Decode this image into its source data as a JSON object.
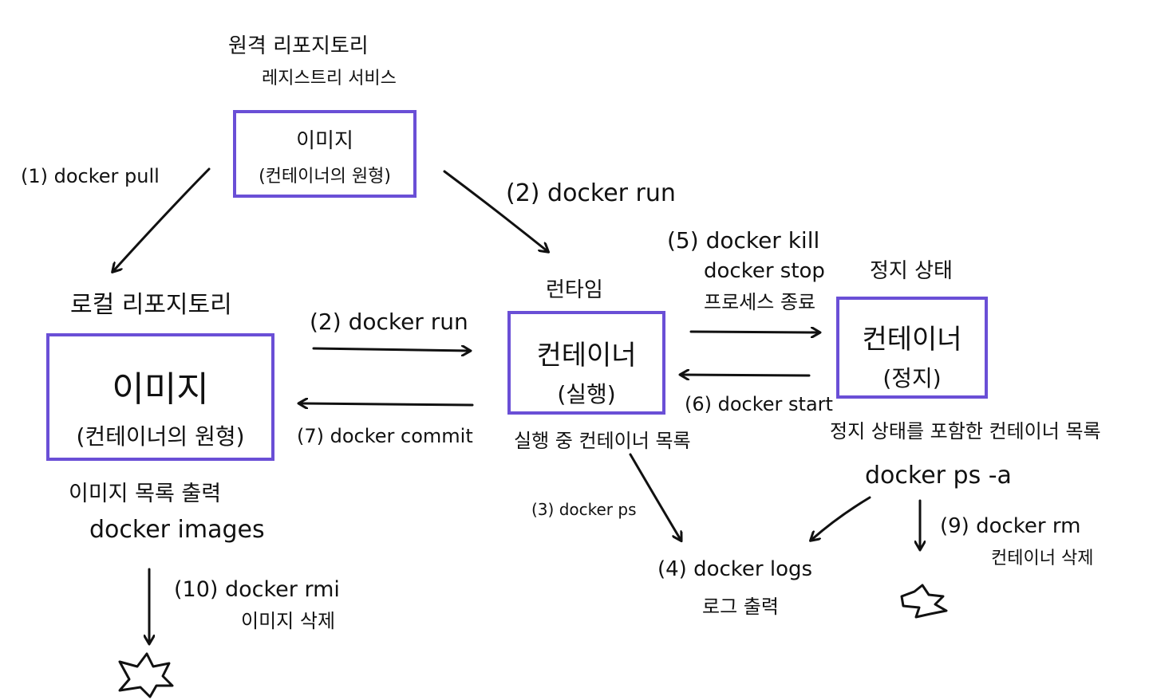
{
  "remote": {
    "title_1": "원격 리포지토리",
    "title_2": "레지스트리 서비스",
    "box_line1": "이미지",
    "box_line2": "(컨테이너의 원형)"
  },
  "local": {
    "title": "로컬 리포지토리",
    "box_line1": "이미지",
    "box_line2": "(컨테이너의 원형)",
    "list_label": "이미지 목록 출력",
    "list_cmd": "docker images",
    "rmi_cmd": "(10) docker rmi",
    "rmi_desc": "이미지 삭제"
  },
  "runtime": {
    "title": "런타임",
    "box_line1": "컨테이너",
    "box_line2": "(실행)",
    "list_label": "실행 중 컨테이너 목록",
    "ps_cmd": "(3) docker ps"
  },
  "stopped": {
    "title": "정지 상태",
    "box_line1": "컨테이너",
    "box_line2": "(정지)",
    "list_label": "정지 상태를 포함한 컨테이너 목록",
    "ps_cmd": "docker ps -a",
    "rm_cmd": "(9) docker rm",
    "rm_desc": "컨테이너 삭제"
  },
  "commands": {
    "pull": "(1) docker pull",
    "run_remote": "(2) docker run",
    "run_local": "(2) docker run",
    "commit": "(7) docker commit",
    "kill": "(5) docker kill",
    "stop": "docker stop",
    "kill_desc": "프로세스 종료",
    "start": "(6) docker start",
    "logs": "(4) docker logs",
    "logs_desc": "로그 출력"
  },
  "colors": {
    "box_border": "#6a4fd6",
    "ink": "#111111"
  }
}
